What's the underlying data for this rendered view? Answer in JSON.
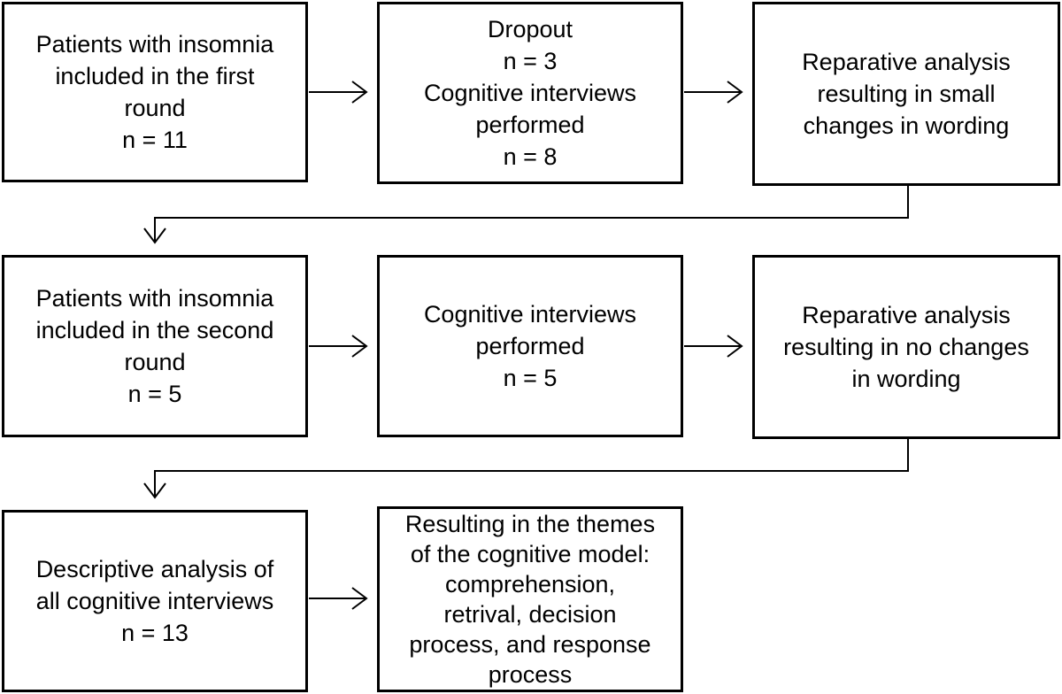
{
  "boxes": {
    "r1c1": [
      "Patients with insomnia",
      "included in the first",
      "round",
      "n = 11"
    ],
    "r1c2": [
      "Dropout",
      "n = 3",
      "Cognitive interviews",
      "performed",
      "n = 8"
    ],
    "r1c3": [
      "Reparative analysis",
      "resulting in small",
      "changes in wording"
    ],
    "r2c1": [
      "Patients with insomnia",
      "included in the second",
      "round",
      "n = 5"
    ],
    "r2c2": [
      "Cognitive interviews",
      "performed",
      "n = 5"
    ],
    "r2c3": [
      "Reparative analysis",
      "resulting in no changes",
      "in wording"
    ],
    "r3c1": [
      "Descriptive analysis of",
      "all cognitive interviews",
      "n = 13"
    ],
    "r3c2": [
      "Resulting in the themes",
      "of the cognitive model:",
      "comprehension,",
      "retrival, decision",
      "process, and response",
      "process"
    ]
  }
}
